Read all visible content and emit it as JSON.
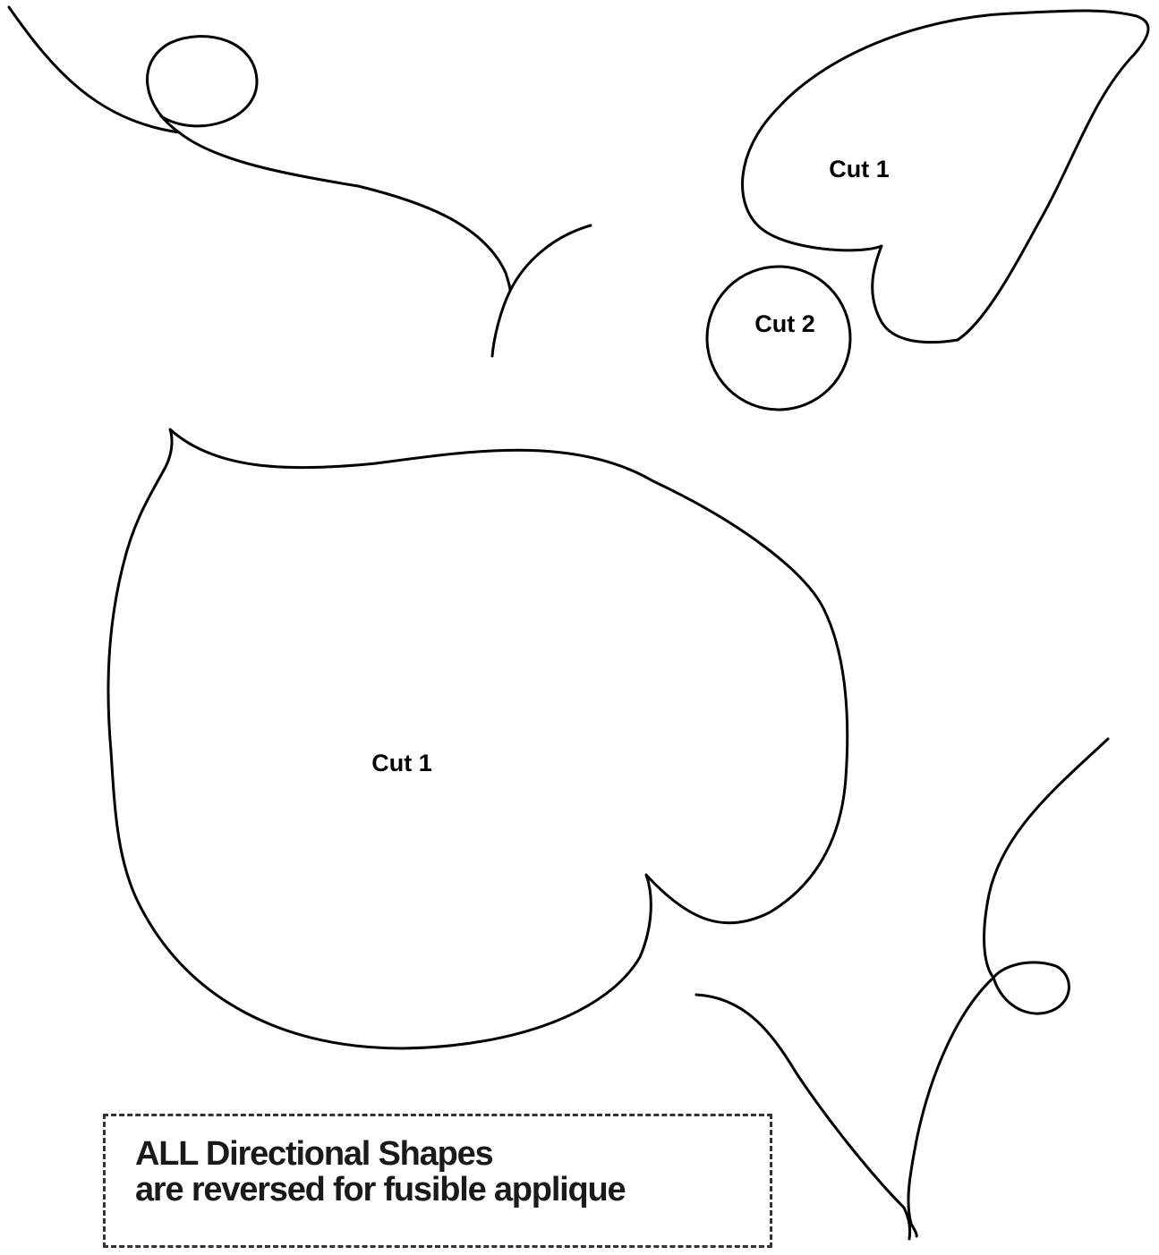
{
  "shapes": {
    "small_leaf_label": "Cut 1",
    "circle_label": "Cut 2",
    "large_leaf_label": "Cut 1"
  },
  "note": {
    "line1": "ALL Directional Shapes",
    "line2": "are reversed for fusible applique"
  },
  "colors": {
    "line": "#000000",
    "background": "#ffffff"
  }
}
